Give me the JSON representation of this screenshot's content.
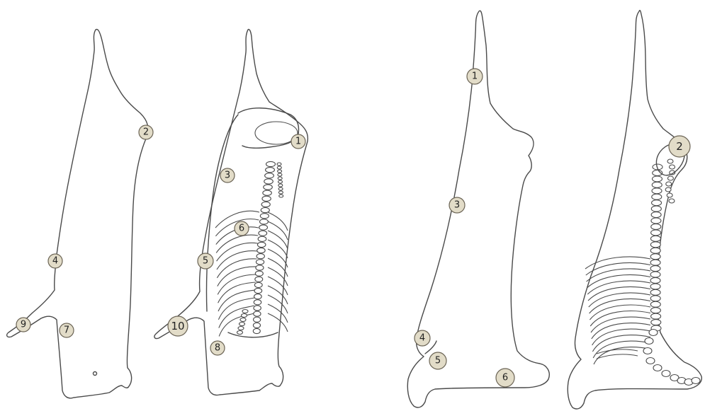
{
  "figures": [
    {
      "id": "pig-outline",
      "markers": [
        "2",
        "4",
        "9",
        "7"
      ]
    },
    {
      "id": "pig-skeleton",
      "markers": [
        "1",
        "3",
        "6",
        "5",
        "10",
        "8"
      ]
    },
    {
      "id": "lamb-outline",
      "markers": [
        "1",
        "3",
        "4",
        "5",
        "6"
      ]
    },
    {
      "id": "lamb-skeleton",
      "markers": [
        "2"
      ]
    }
  ],
  "palette": {
    "marker_fill": "#e2dcc8",
    "marker_stroke": "#6b6455",
    "line": "#4a4a4a"
  }
}
